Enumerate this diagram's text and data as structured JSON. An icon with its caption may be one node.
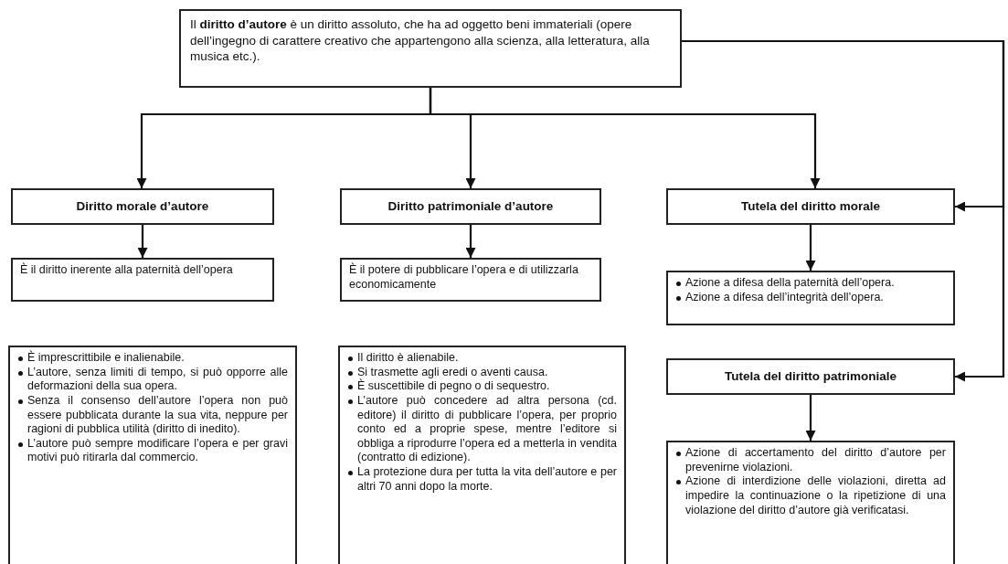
{
  "diagram": {
    "nodes": [
      {
        "text": [
          "Il **diritto d’autore** è un diritto assoluto, che ha ad oggetto beni immateriali (opere dell’ingegno di carattere creativo che appartengono alla scienza, alla letteratura, alla musica etc.)."
        ]
      },
      {
        "text": [
          "Diritto morale d’autore"
        ]
      },
      {
        "text": [
          "Diritto patrimoniale d’autore"
        ]
      },
      {
        "text": [
          "Tutela del diritto morale"
        ]
      },
      {
        "text": [
          "È il diritto inerente alla paternità dell’opera"
        ]
      },
      {
        "text": [
          "È imprescrittibile e inalienabile.",
          "L’autore, senza limiti di tempo, si può opporre alle deformazioni della sua opera.",
          "Senza il consenso dell’autore l’opera non può essere pubblicata durante la sua vita, neppure per ragioni di pubblica utilità (diritto di inedito).",
          "L’autore può sempre modificare l’opera e per gravi motivi può ritirarla dal commercio."
        ]
      },
      {
        "text": [
          "È il potere di pubblicare l’opera e di utilizzarla economicamente"
        ]
      },
      {
        "text": [
          "Il diritto è alienabile.",
          "Si trasmette agli eredi o aventi causa.",
          "È suscettibile di pegno o di sequestro.",
          "L’autore può concedere ad altra persona (cd. editore) il diritto di pubblicare l’opera, per proprio conto ed a proprie spese, mentre l’editore si obbliga a riprodurre l’opera ed a metterla in vendita (contratto di edizione).",
          "La protezione dura per tutta la vita dell’autore e per altri 70 anni dopo la morte."
        ]
      },
      {
        "text": [
          "Azione a difesa della paternità dell’opera.",
          "Azione a difesa dell’integrità dell’opera."
        ]
      },
      {
        "text": [
          "Tutela del diritto patrimoniale"
        ]
      },
      {
        "text": [
          "Azione di accertamento del diritto d’autore per prevenirne violazioni.",
          "Azione di interdizione delle violazioni, diretta ad impedire la continuazione o la ripetizione di una violazione del diritto d’autore già verificatasi."
        ]
      }
    ],
    "edges": [
      {
        "from": 0,
        "to": 1,
        "arrow": "to"
      },
      {
        "from": 0,
        "to": 2,
        "arrow": "to"
      },
      {
        "from": 0,
        "to": 3,
        "arrow": "to"
      },
      {
        "from": 0,
        "to": 3,
        "arrow": "to"
      },
      {
        "from": 0,
        "to": 9,
        "arrow": "to"
      },
      {
        "from": 1,
        "to": 4,
        "arrow": "to"
      },
      {
        "from": 2,
        "to": 6,
        "arrow": "to"
      },
      {
        "from": 3,
        "to": 8,
        "arrow": "to"
      },
      {
        "from": 9,
        "to": 10,
        "arrow": "to"
      }
    ]
  }
}
